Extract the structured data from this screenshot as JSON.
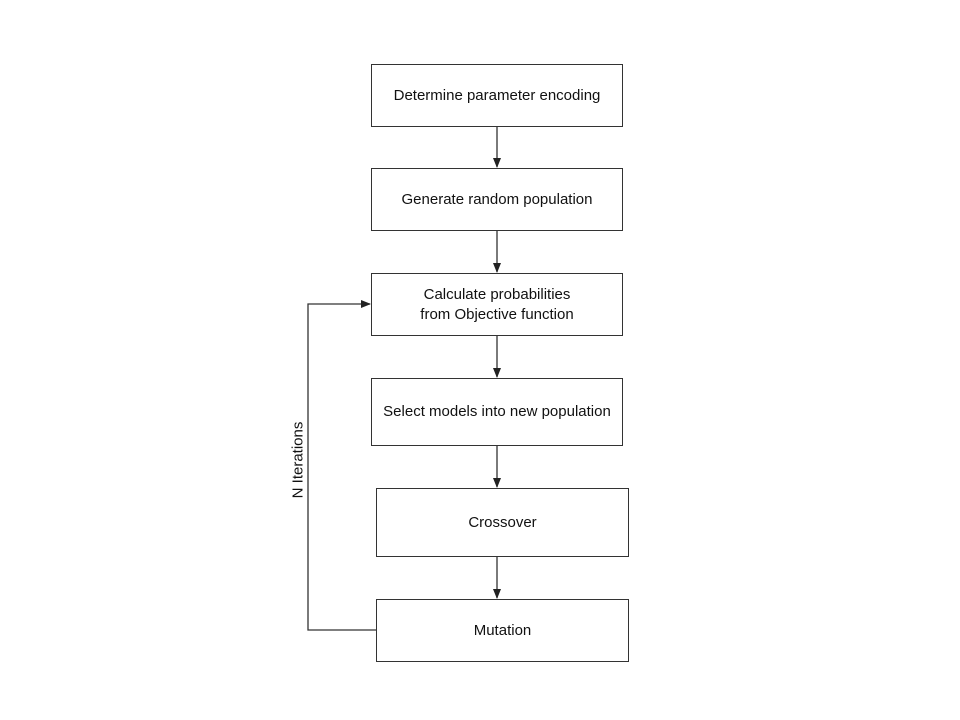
{
  "steps": [
    {
      "id": "encoding",
      "label": "Determine parameter encoding"
    },
    {
      "id": "population",
      "label": "Generate random population"
    },
    {
      "id": "probabilities",
      "label": "Calculate probabilities\nfrom Objective function"
    },
    {
      "id": "selection",
      "label": "Select models into new population"
    },
    {
      "id": "crossover",
      "label": "Crossover"
    },
    {
      "id": "mutation",
      "label": "Mutation"
    }
  ],
  "loop": {
    "label": "N Iterations"
  },
  "colors": {
    "stroke": "#333333",
    "text": "#111111",
    "background": "#ffffff"
  }
}
